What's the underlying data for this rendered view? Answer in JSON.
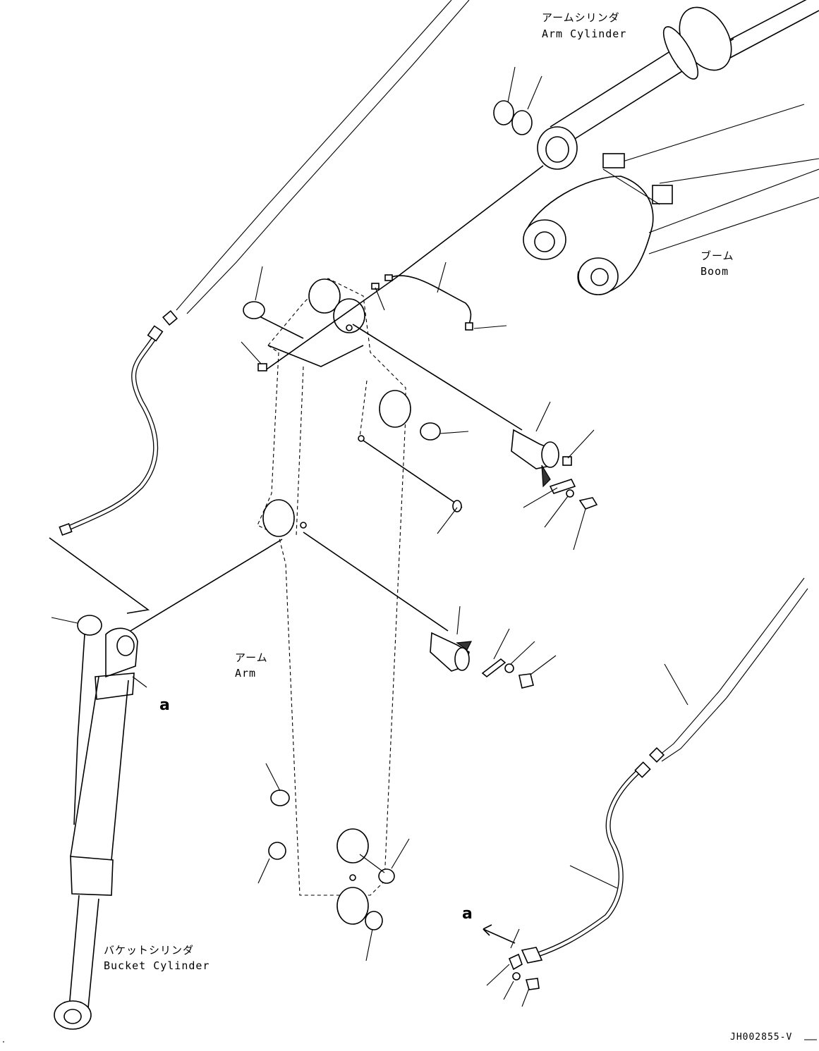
{
  "labels": {
    "arm_cylinder_jp": "アームシリンダ",
    "arm_cylinder_en": "Arm Cylinder",
    "boom_jp": "ブーム",
    "boom_en": "Boom",
    "arm_jp": "アーム",
    "arm_en": "Arm",
    "bucket_cylinder_jp": "バケットシリンダ",
    "bucket_cylinder_en": "Bucket Cylinder",
    "callout_a_left": "a",
    "callout_a_right": "a",
    "drawing_code": "JH002855-V"
  }
}
